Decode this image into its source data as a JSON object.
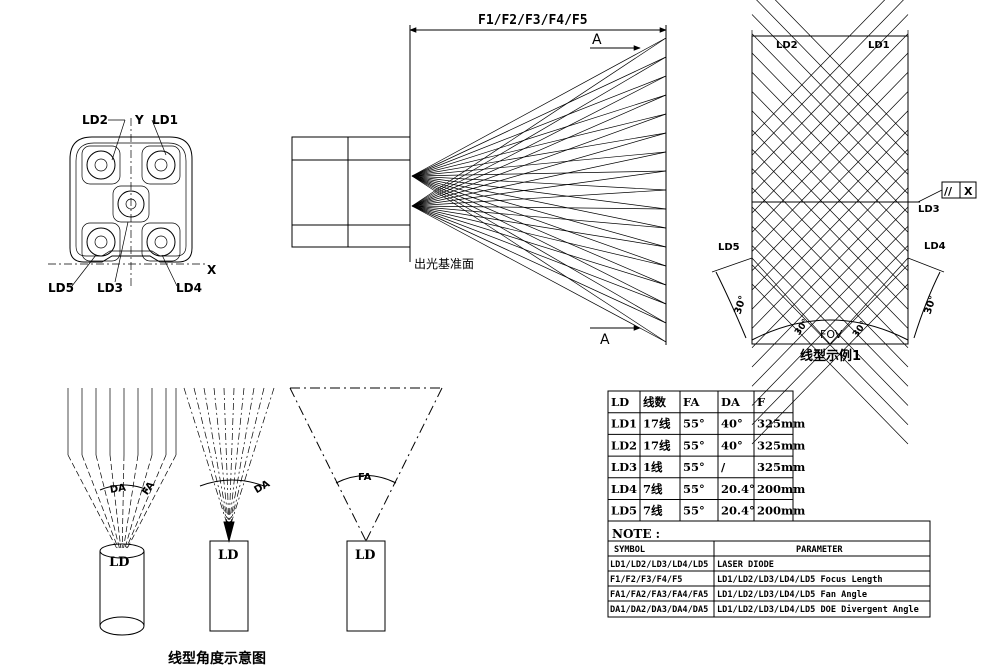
{
  "front_view": {
    "labels": {
      "ld1": "LD1",
      "ld2": "LD2",
      "ld3": "LD3",
      "ld4": "LD4",
      "ld5": "LD5"
    },
    "axis_x": "X",
    "axis_y": "Y"
  },
  "side_view": {
    "dimension_label": "F1/F2/F3/F4/F5",
    "section_top": "A",
    "section_bottom": "A",
    "reference_plane": "出光基准面"
  },
  "line_example": {
    "ld1": "LD1",
    "ld2": "LD2",
    "ld3": "LD3",
    "ld4": "LD4",
    "ld5": "LD5",
    "tol_symbol": "//",
    "tol_datum": "X",
    "angle_left": "30°",
    "angle_right": "30°",
    "angle_bl": "30°",
    "angle_br": "30°",
    "fov": "FOV",
    "caption": "线型示例1"
  },
  "angle_diagram": {
    "ld1": "LD",
    "ld2": "LD",
    "ld3": "LD",
    "da1": "DA",
    "fa1": "FA",
    "da2": "DA",
    "fa3": "FA",
    "caption": "线型角度示意图"
  },
  "spec_table": {
    "headers": [
      "LD",
      "线数",
      "FA",
      "DA",
      "F"
    ],
    "rows": [
      [
        "LD1",
        "17线",
        "55°",
        "40°",
        "325mm"
      ],
      [
        "LD2",
        "17线",
        "55°",
        "40°",
        "325mm"
      ],
      [
        "LD3",
        "1线",
        "55°",
        "/",
        "325mm"
      ],
      [
        "LD4",
        "7线",
        "55°",
        "20.4°",
        "200mm"
      ],
      [
        "LD5",
        "7线",
        "55°",
        "20.4°",
        "200mm"
      ]
    ]
  },
  "note_table": {
    "title": "NOTE :",
    "headers": [
      "SYMBOL",
      "PARAMETER"
    ],
    "rows": [
      [
        "LD1/LD2/LD3/LD4/LD5",
        "LASER DIODE"
      ],
      [
        "F1/F2/F3/F4/F5",
        "LD1/LD2/LD3/LD4/LD5 Focus Length"
      ],
      [
        "FA1/FA2/FA3/FA4/FA5",
        "LD1/LD2/LD3/LD4/LD5 Fan Angle"
      ],
      [
        "DA1/DA2/DA3/DA4/DA5",
        "LD1/LD2/LD3/LD4/LD5 DOE Divergent Angle"
      ]
    ]
  }
}
